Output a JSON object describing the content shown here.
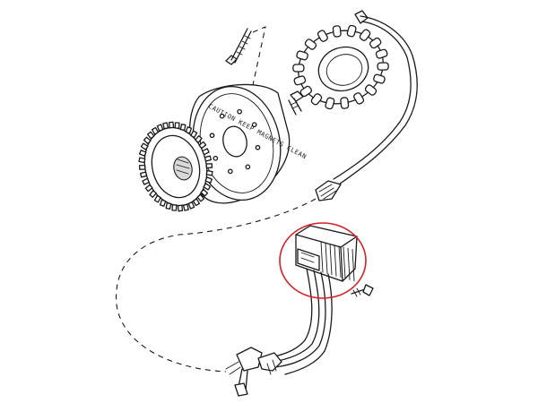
{
  "diagram": {
    "type": "exploded-parts-view",
    "rotor_engraving": "CAUTION  KEEP  MAGNETS  CLEAN",
    "highlight_color": "#d81f26",
    "line_color": "#1a1a1a",
    "highlighted_part": "voltage-regulator"
  }
}
